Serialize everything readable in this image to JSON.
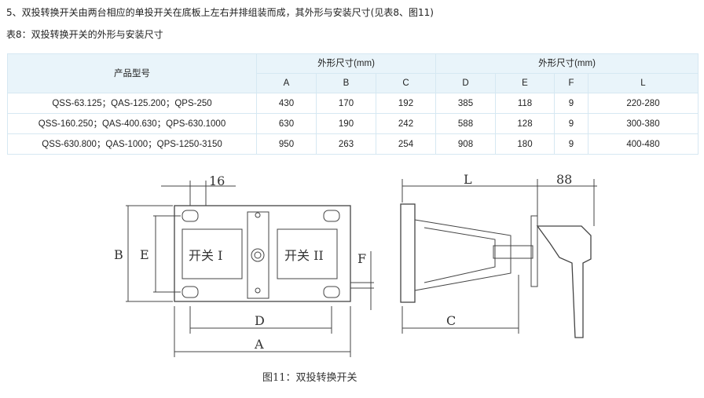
{
  "intro": "5、双投转换开关由两台相应的单投开关在底板上左右并排组装而成，其外形与安装尺寸(见表8、图11)",
  "table_title": "表8：双投转换开关的外形与安装尺寸",
  "table": {
    "model_header": "产品型号",
    "group_headers": [
      "外形尺寸(mm)",
      "外形尺寸(mm)"
    ],
    "columns": [
      "A",
      "B",
      "C",
      "D",
      "E",
      "F",
      "L"
    ],
    "rows": [
      [
        "QSS-63.125；QAS-125.200；QPS-250",
        "430",
        "170",
        "192",
        "385",
        "118",
        "9",
        "220-280"
      ],
      [
        "QSS-160.250；QAS-400.630；QPS-630.1000",
        "630",
        "190",
        "242",
        "588",
        "128",
        "9",
        "300-380"
      ],
      [
        "QSS-630.800；QAS-1000；QPS-1250-3150",
        "950",
        "263",
        "254",
        "908",
        "180",
        "9",
        "400-480"
      ]
    ]
  },
  "figure": {
    "labels": {
      "16": "16",
      "B": "B",
      "E": "E",
      "F": "F",
      "D": "D",
      "A": "A",
      "L": "L",
      "88": "88",
      "C": "C",
      "switch1": "开关 I",
      "switch2": "开关 II"
    },
    "caption": "图11：双投转换开关"
  }
}
